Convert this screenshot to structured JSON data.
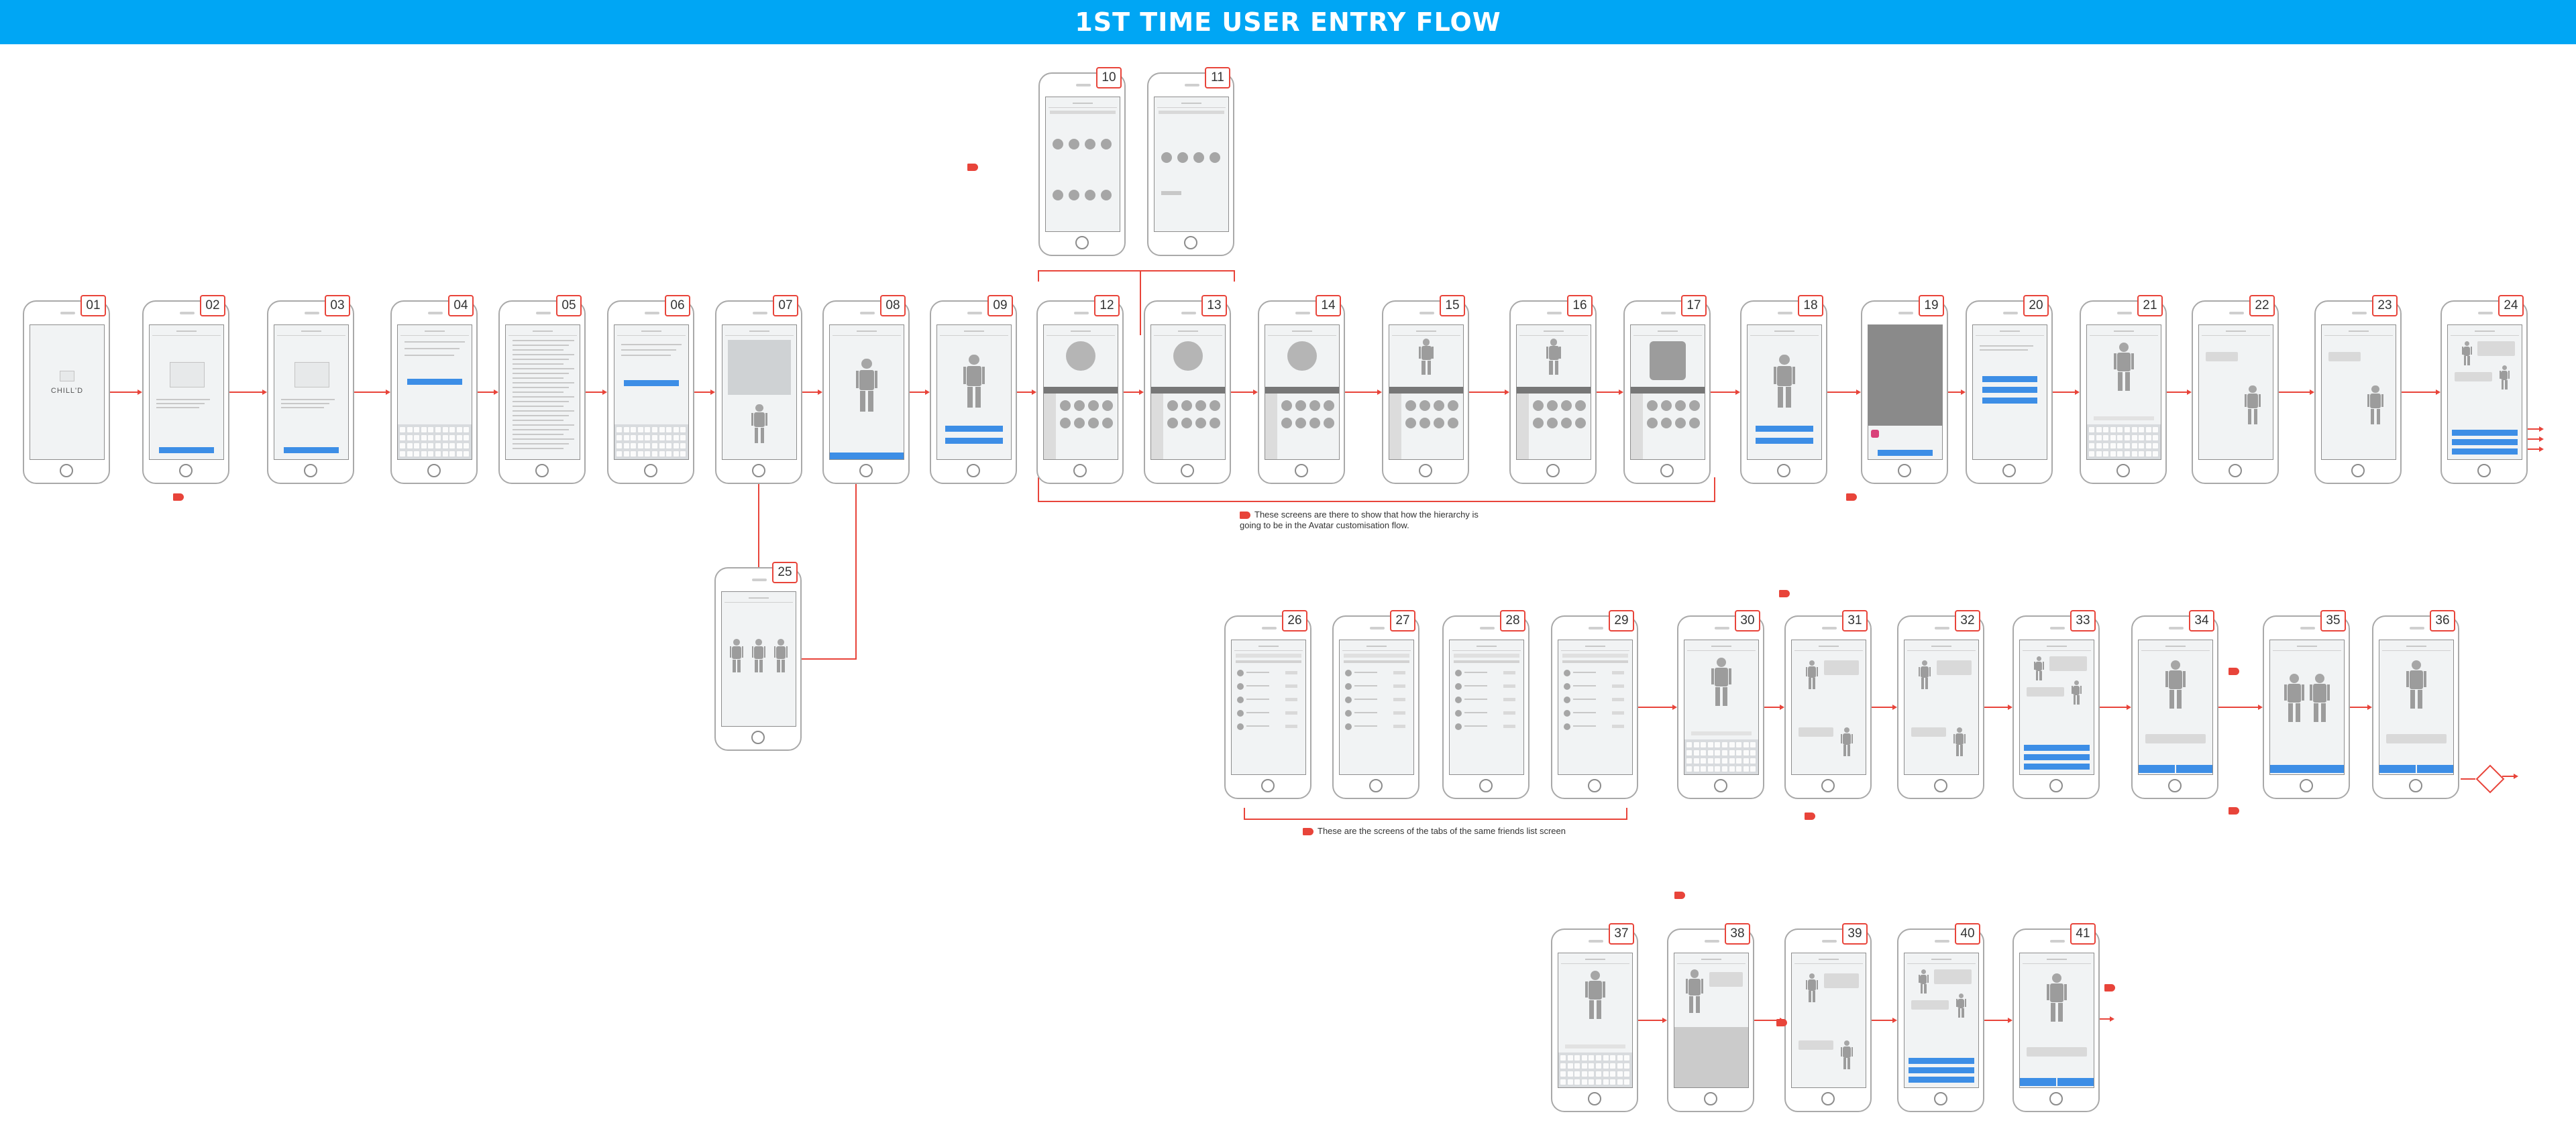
{
  "header": {
    "title": "1ST TIME USER ENTRY FLOW",
    "color": "#00a6f4"
  },
  "colors": {
    "annotation": "#e8443a",
    "connector": "#e8443a",
    "phone_border": "#a9a9a9",
    "button": "#3d8ee6"
  },
  "splash": {
    "logo": "CHILL'D"
  },
  "notes": {
    "customisation_hierarchy": "These screens are there to show that how the hierarchy is going to be in the Avatar customisation flow.",
    "friends_tabs": "These are the screens of the tabs of the same friends list screen"
  },
  "screens": [
    {
      "id": "01"
    },
    {
      "id": "02"
    },
    {
      "id": "03"
    },
    {
      "id": "04"
    },
    {
      "id": "05"
    },
    {
      "id": "06"
    },
    {
      "id": "07"
    },
    {
      "id": "08"
    },
    {
      "id": "09"
    },
    {
      "id": "10"
    },
    {
      "id": "11"
    },
    {
      "id": "12"
    },
    {
      "id": "13"
    },
    {
      "id": "14"
    },
    {
      "id": "15"
    },
    {
      "id": "16"
    },
    {
      "id": "17"
    },
    {
      "id": "18"
    },
    {
      "id": "19"
    },
    {
      "id": "20"
    },
    {
      "id": "21"
    },
    {
      "id": "22"
    },
    {
      "id": "23"
    },
    {
      "id": "24"
    },
    {
      "id": "25"
    },
    {
      "id": "26"
    },
    {
      "id": "27"
    },
    {
      "id": "28"
    },
    {
      "id": "29"
    },
    {
      "id": "30"
    },
    {
      "id": "31"
    },
    {
      "id": "32"
    },
    {
      "id": "33"
    },
    {
      "id": "34"
    },
    {
      "id": "35"
    },
    {
      "id": "36"
    },
    {
      "id": "37"
    },
    {
      "id": "38"
    },
    {
      "id": "39"
    },
    {
      "id": "40"
    },
    {
      "id": "41"
    }
  ]
}
